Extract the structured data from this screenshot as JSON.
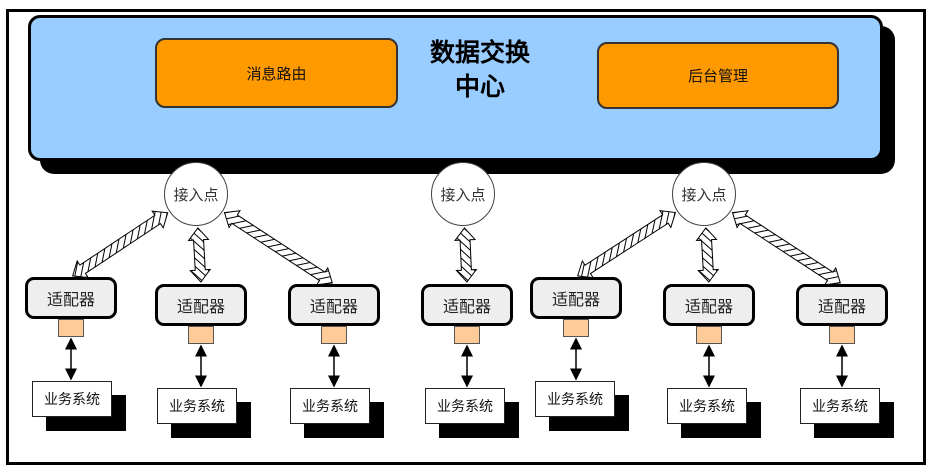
{
  "hub": {
    "title_line1": "数据交换",
    "title_line2": "中心",
    "modules": [
      {
        "label": "消息路由"
      },
      {
        "label": "后台管理"
      }
    ],
    "fill_color": "#99ccff",
    "module_color": "#ff9900"
  },
  "access_points": [
    {
      "label": "接入点"
    },
    {
      "label": "接入点"
    },
    {
      "label": "接入点"
    }
  ],
  "adapters": [
    {
      "label": "适配器",
      "access_point": 0
    },
    {
      "label": "适配器",
      "access_point": 0
    },
    {
      "label": "适配器",
      "access_point": 0
    },
    {
      "label": "适配器",
      "access_point": 1
    },
    {
      "label": "适配器",
      "access_point": 2
    },
    {
      "label": "适配器",
      "access_point": 2
    },
    {
      "label": "适配器",
      "access_point": 2
    }
  ],
  "business_systems": [
    {
      "label": "业务系统"
    },
    {
      "label": "业务系统"
    },
    {
      "label": "业务系统"
    },
    {
      "label": "业务系统"
    },
    {
      "label": "业务系统"
    },
    {
      "label": "业务系统"
    },
    {
      "label": "业务系统"
    }
  ],
  "colors": {
    "adapter_fill": "#eeeeee",
    "port_fill": "#ffcc99"
  }
}
